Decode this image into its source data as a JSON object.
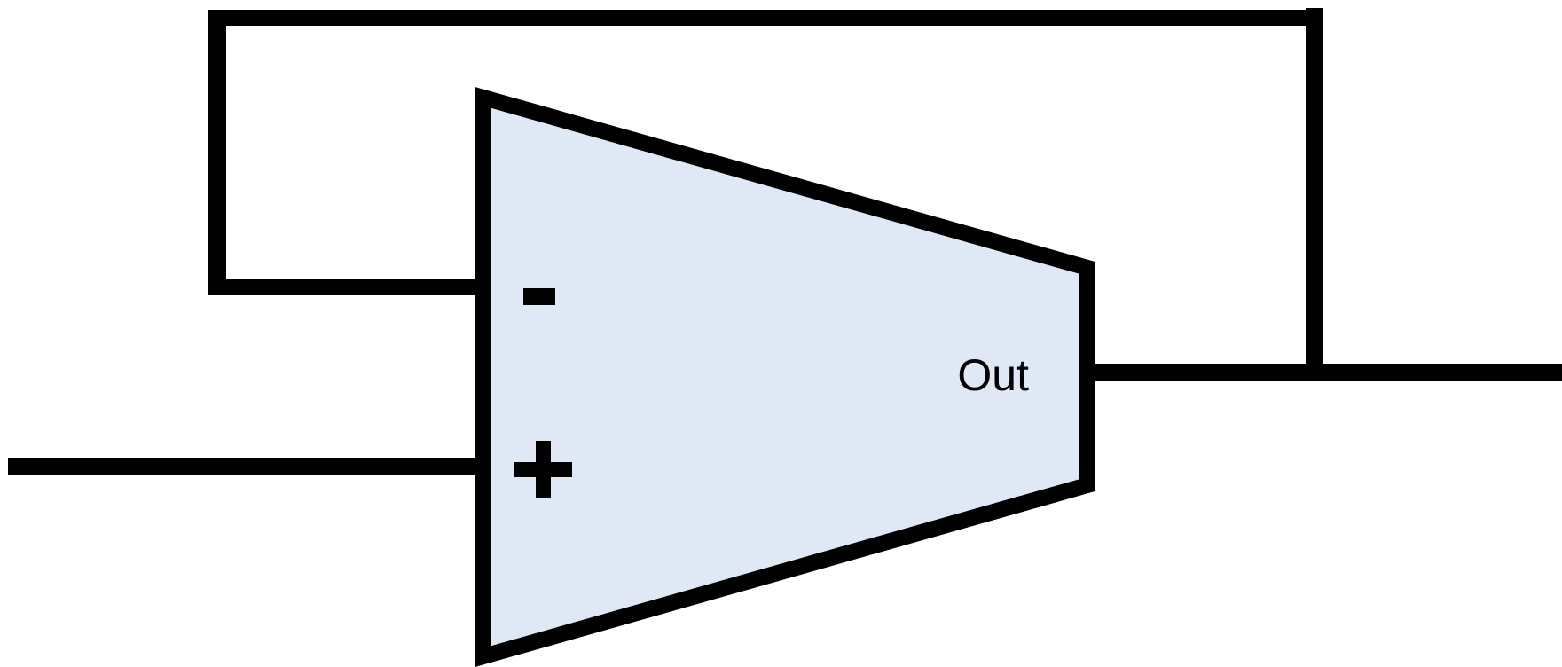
{
  "diagram": {
    "component": "op-amp",
    "inverting_input_symbol": "-",
    "non_inverting_input_symbol": "+",
    "output_label": "Out",
    "feedback": "output-to-inverting-input",
    "colors": {
      "body_fill": "#dfe9f5",
      "stroke": "#000000",
      "background": "#ffffff"
    }
  }
}
